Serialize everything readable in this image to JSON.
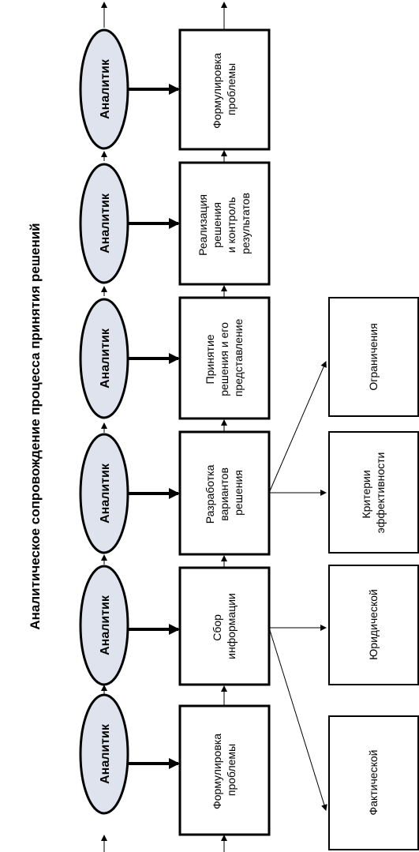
{
  "title": "Аналитическое сопровождение процесса принятия решений",
  "analyst_label": "Аналитик",
  "stages": [
    {
      "lines": [
        "Формулировка",
        "проблемы"
      ]
    },
    {
      "lines": [
        "Сбор",
        "информации"
      ]
    },
    {
      "lines": [
        "Разработка",
        "вариантов",
        "решения"
      ]
    },
    {
      "lines": [
        "Принятие",
        "решения и его",
        "представление"
      ]
    },
    {
      "lines": [
        "Реализация",
        "решения",
        "и контроль",
        "результатов"
      ]
    },
    {
      "lines": [
        "Формулировка",
        "проблемы"
      ]
    }
  ],
  "subitems": [
    {
      "lines": [
        "Фактической"
      ]
    },
    {
      "lines": [
        "Юридической"
      ]
    },
    {
      "lines": [
        "Критерии",
        "эффективности"
      ]
    },
    {
      "lines": [
        "Ограничения"
      ]
    }
  ]
}
